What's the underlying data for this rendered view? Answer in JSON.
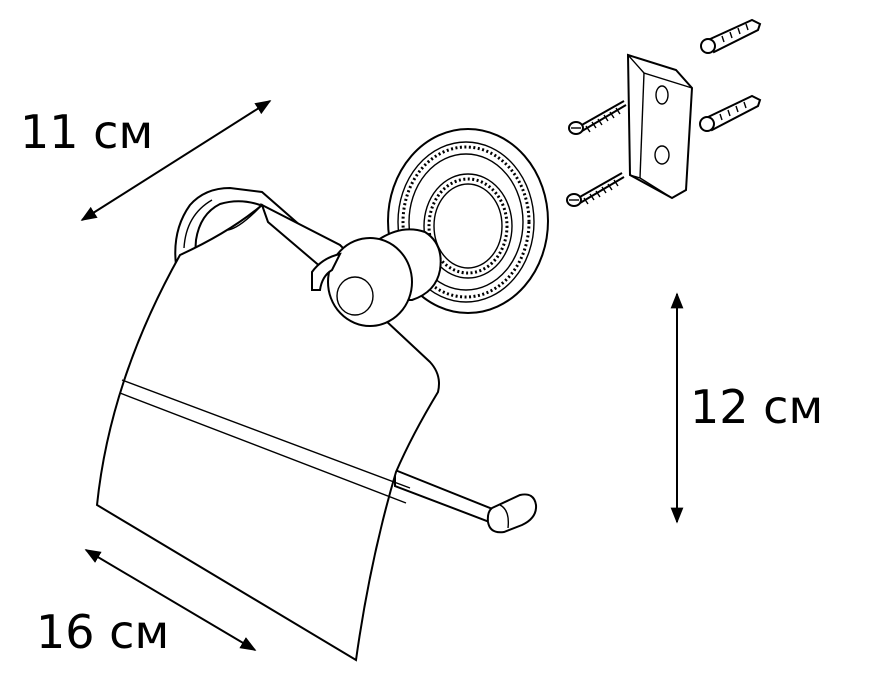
{
  "dimensions": {
    "width_label": "11 см",
    "height_label": "12 см",
    "depth_label": "16 см"
  },
  "colors": {
    "line": "#000000",
    "background": "#ffffff"
  }
}
